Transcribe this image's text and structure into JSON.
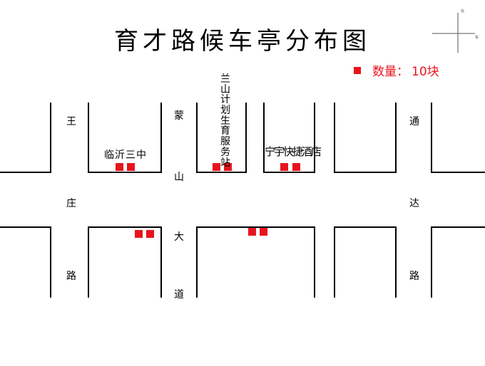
{
  "title": "育才路候车亭分布图",
  "legend": {
    "label": "数量：",
    "count": "10块",
    "color": "#e8141c"
  },
  "compass": {
    "north": "北",
    "east": "东"
  },
  "roads": {
    "wangzhuang": [
      "王",
      "庄",
      "路"
    ],
    "mengshan": [
      "蒙",
      "山",
      "大",
      "道"
    ],
    "tongda": [
      "通",
      "达",
      "路"
    ]
  },
  "landmarks": {
    "school": "临沂三中",
    "family_planning": "兰山计划生育服务站",
    "hotel": "宁宇快捷酒店"
  },
  "shelter_color": "#e8141c",
  "shelter_count": 10
}
